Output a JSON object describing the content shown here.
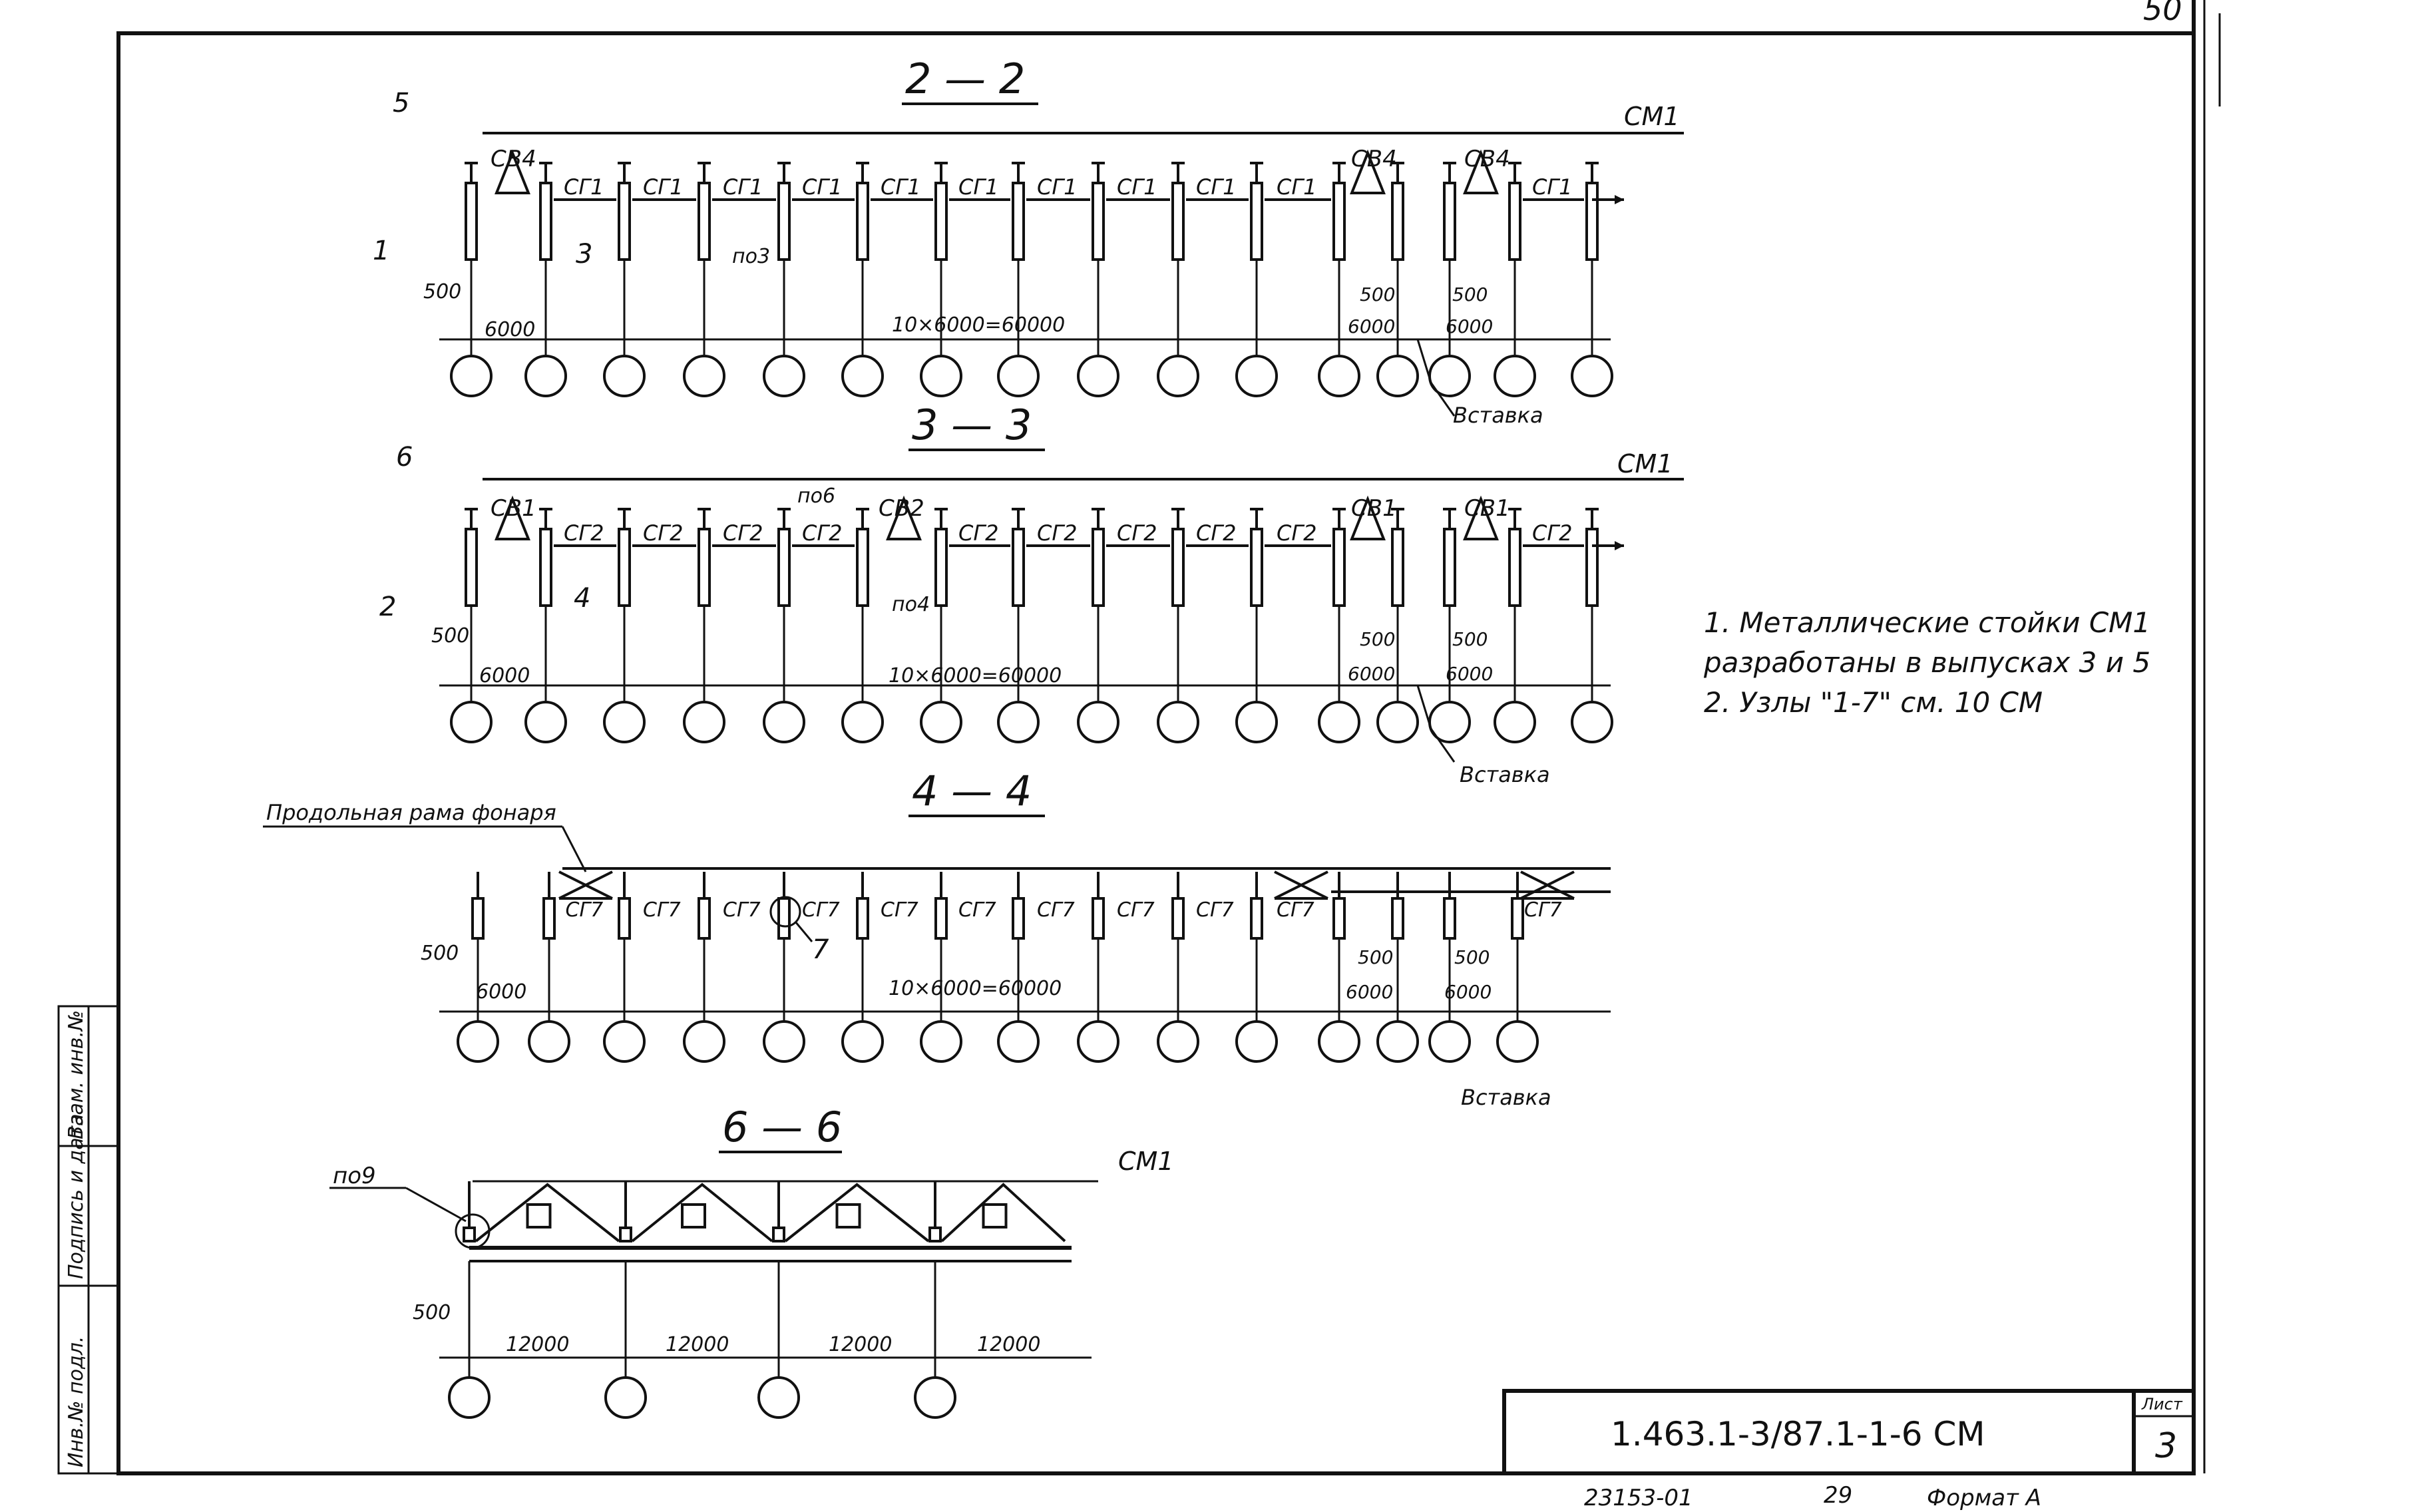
{
  "sheet_number_top": "50",
  "sections": [
    {
      "id": "s22",
      "title": "2 — 2",
      "top_label": "СМ1",
      "ties": [
        "СВ4",
        "СВ4",
        "СВ4"
      ],
      "girder": "СГ1",
      "mid_tie": "",
      "callouts": [
        "5",
        "1",
        "3",
        "по3"
      ],
      "dims": [
        "500",
        "6000",
        "10×6000=60000",
        "500",
        "500",
        "6000",
        "6000"
      ],
      "insert": "Вставка"
    },
    {
      "id": "s33",
      "title": "3 — 3",
      "top_label": "СМ1",
      "ties": [
        "СВ1",
        "СВ1",
        "СВ1"
      ],
      "girder": "СГ2",
      "mid_tie": "СВ2",
      "callouts": [
        "6",
        "2",
        "4",
        "по6",
        "по4"
      ],
      "dims": [
        "500",
        "6000",
        "10×6000=60000",
        "500",
        "500",
        "6000",
        "6000"
      ],
      "insert": "Вставка"
    },
    {
      "id": "s44",
      "title": "4 — 4",
      "frame_label": "Продольная рама фонаря",
      "girder": "СГ7",
      "callouts": [
        "7"
      ],
      "dims": [
        "500",
        "6000",
        "10×6000=60000",
        "500",
        "500",
        "6000",
        "6000"
      ],
      "insert": "Вставка"
    },
    {
      "id": "s66",
      "title": "6 — 6",
      "top_label": "СМ1",
      "callouts": [
        "по9"
      ],
      "dims": [
        "500",
        "12000",
        "12000",
        "12000",
        "12000"
      ]
    }
  ],
  "notes": [
    "1. Металлические стойки СМ1",
    "разработаны в выпусках 3 и 5",
    "2. Узлы \"1-7\" см. 10 СМ"
  ],
  "title_block": {
    "code": "1.463.1-3/87.1-1-6 СМ",
    "sheet_label": "Лист",
    "sheet_number": "3"
  },
  "footer": {
    "archive_number": "23153-01",
    "page": "29",
    "format": "Формат А"
  },
  "side_stamp": [
    "Инв.№ подл.",
    "Подпись и дата",
    "Взам. инв.№"
  ]
}
